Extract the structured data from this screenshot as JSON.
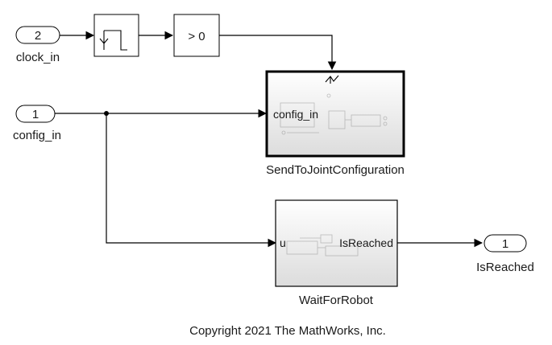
{
  "diagram": {
    "inports": [
      {
        "number": "2",
        "label": "clock_in"
      },
      {
        "number": "1",
        "label": "config_in"
      }
    ],
    "blocks": {
      "compare": {
        "text": "> 0"
      },
      "send_subsystem": {
        "name": "SendToJointConfiguration",
        "port_in": "config_in"
      },
      "wait_subsystem": {
        "name": "WaitForRobot",
        "port_in": "u",
        "port_out": "IsReached"
      }
    },
    "outports": [
      {
        "number": "1",
        "label": "IsReached"
      }
    ],
    "copyright": "Copyright 2021 The MathWorks, Inc."
  }
}
